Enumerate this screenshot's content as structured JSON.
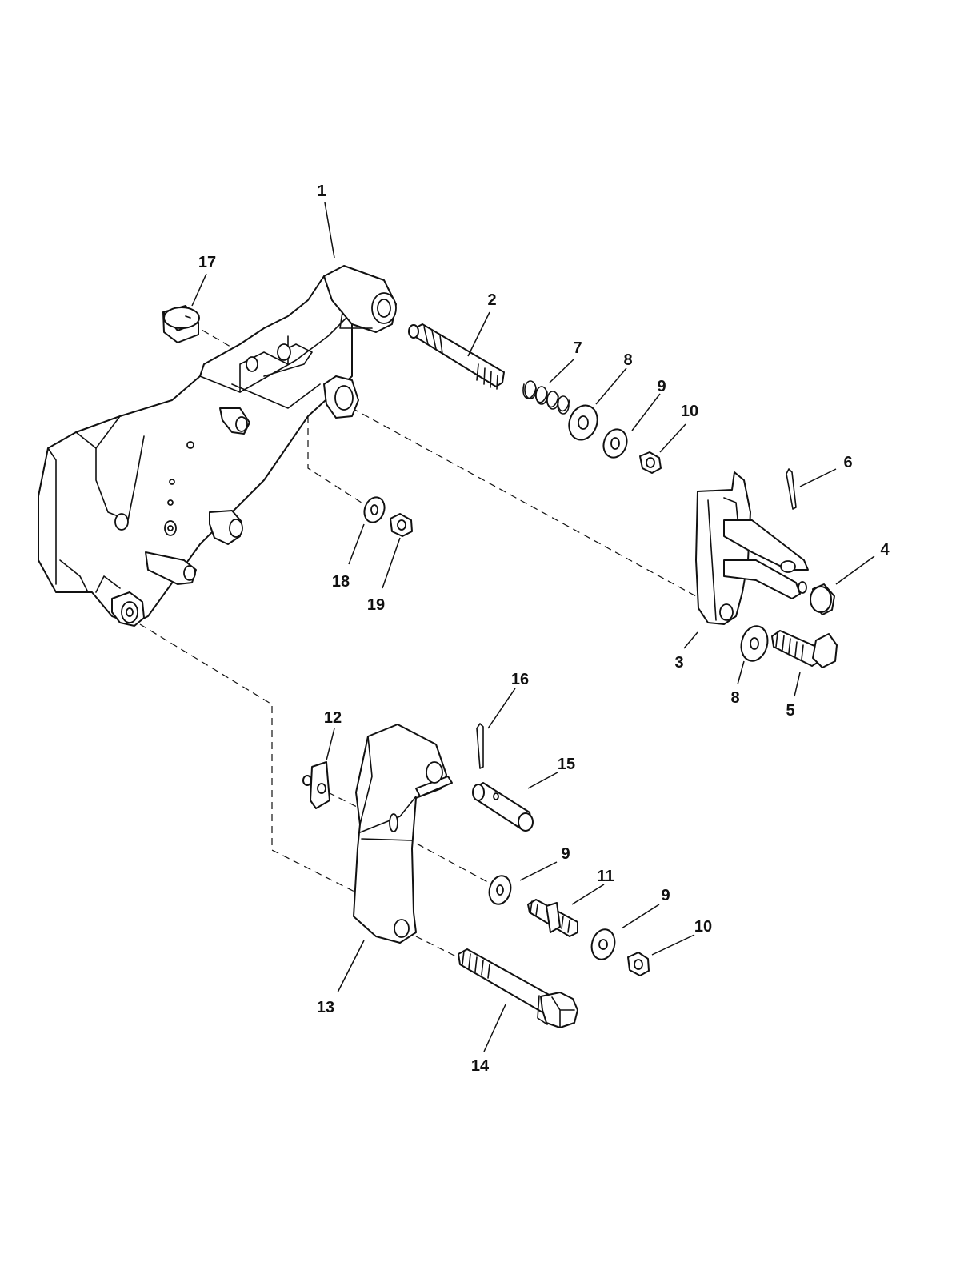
{
  "callouts": [
    {
      "id": "c1",
      "label": "1"
    },
    {
      "id": "c2",
      "label": "2"
    },
    {
      "id": "c3",
      "label": "3"
    },
    {
      "id": "c4",
      "label": "4"
    },
    {
      "id": "c5",
      "label": "5"
    },
    {
      "id": "c6",
      "label": "6"
    },
    {
      "id": "c7",
      "label": "7"
    },
    {
      "id": "c8a",
      "label": "8"
    },
    {
      "id": "c8b",
      "label": "8"
    },
    {
      "id": "c9a",
      "label": "9"
    },
    {
      "id": "c9b",
      "label": "9"
    },
    {
      "id": "c9c",
      "label": "9"
    },
    {
      "id": "c10a",
      "label": "10"
    },
    {
      "id": "c10b",
      "label": "10"
    },
    {
      "id": "c11",
      "label": "11"
    },
    {
      "id": "c12",
      "label": "12"
    },
    {
      "id": "c13",
      "label": "13"
    },
    {
      "id": "c14",
      "label": "14"
    },
    {
      "id": "c15",
      "label": "15"
    },
    {
      "id": "c16",
      "label": "16"
    },
    {
      "id": "c17",
      "label": "17"
    },
    {
      "id": "c18",
      "label": "18"
    },
    {
      "id": "c19",
      "label": "19"
    }
  ]
}
